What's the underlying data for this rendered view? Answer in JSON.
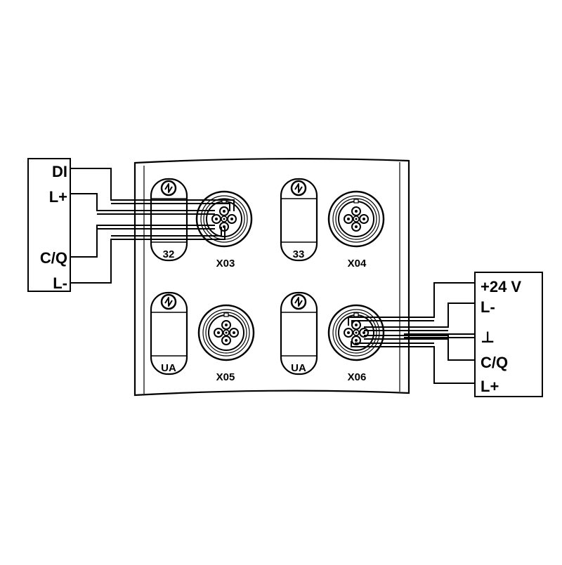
{
  "module": {
    "ports": [
      {
        "id": "X03",
        "label": "X03",
        "badge": "32"
      },
      {
        "id": "X04",
        "label": "X04",
        "badge": "33"
      },
      {
        "id": "X05",
        "label": "X05",
        "badge": "UA"
      },
      {
        "id": "X06",
        "label": "X06",
        "badge": "UA"
      }
    ]
  },
  "left_device": {
    "pins": [
      "DI",
      "L+",
      "C/Q",
      "L-"
    ]
  },
  "right_device": {
    "pins": [
      "+24 V",
      "L-",
      "C/Q",
      "L+"
    ],
    "ground_symbol": "⊥"
  }
}
